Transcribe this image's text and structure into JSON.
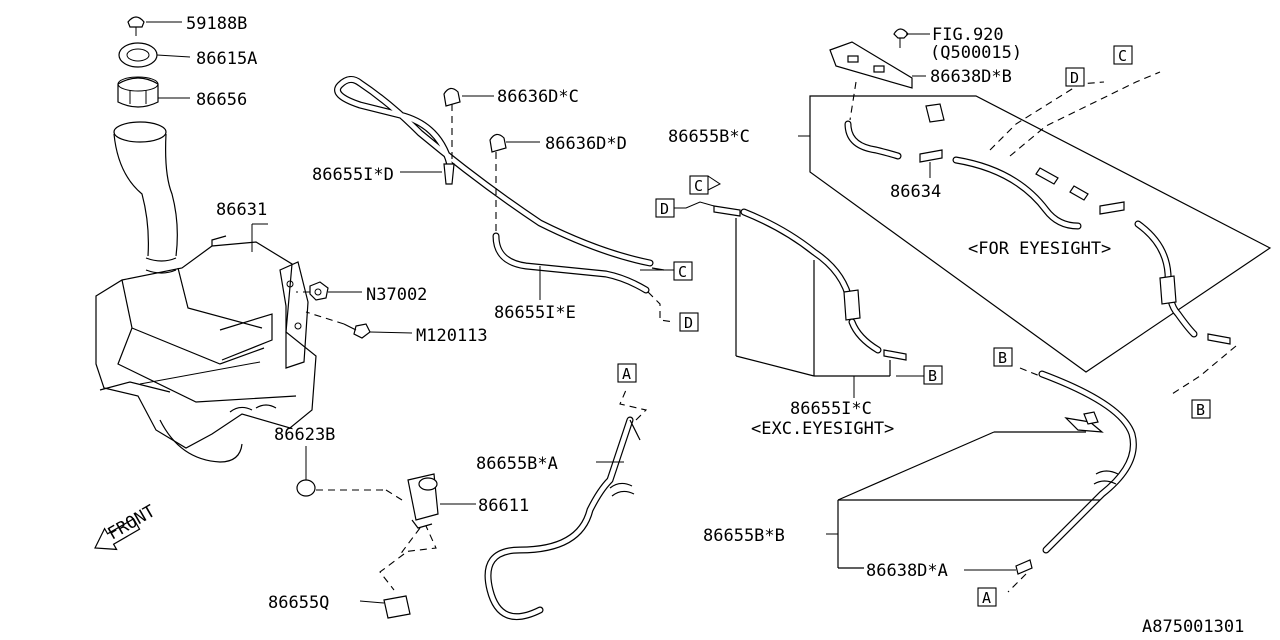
{
  "callouts": {
    "p59188b": "59188B",
    "p86615a": "86615A",
    "p86656": "86656",
    "p86631": "86631",
    "pn37002": "N37002",
    "pm120113": "M120113",
    "p86623b": "86623B",
    "p86611": "86611",
    "p86655q": "86655Q",
    "p86655ba": "86655B*A",
    "p86636dc": "86636D*C",
    "p86636dd": "86636D*D",
    "p86655id": "86655I*D",
    "p86655ie": "86655I*E",
    "p86655ic": "86655I*C",
    "exc_eyesight": "<EXC.EYESIGHT>",
    "fig920": "FIG.920",
    "q500015": "(Q500015)",
    "p86638db": "86638D*B",
    "p86655bc": "86655B*C",
    "p86634": "86634",
    "for_eyesight": "<FOR EYESIGHT>",
    "p86655bb": "86655B*B",
    "p86638da": "86638D*A",
    "front": "FRONT",
    "diagram_id": "A875001301"
  },
  "connectors": {
    "a": "A",
    "b": "B",
    "c": "C",
    "d": "D"
  }
}
